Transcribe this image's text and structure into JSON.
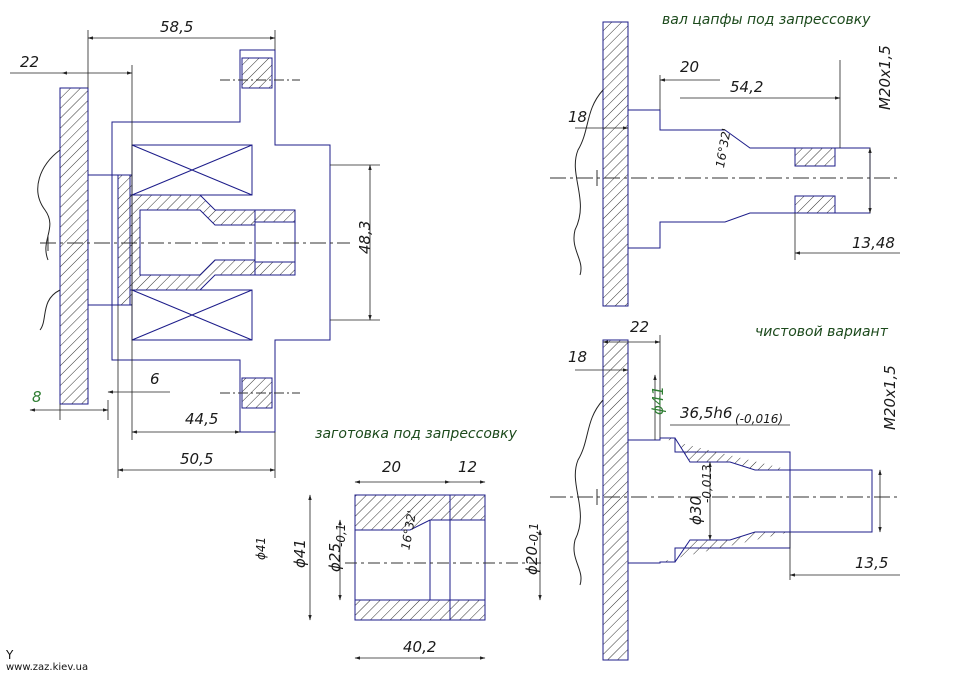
{
  "colors": {
    "outline": "#1d1d8a",
    "dim": "#222222",
    "hatch": "#333333",
    "center": "#333333",
    "text": "#1a1a1a",
    "green": "#2e7d32"
  },
  "titles": {
    "press_fit_shaft": "вал цапфы под запрессовку",
    "blank_press_fit": "заготовка под запрессовку",
    "final_version": "чистовой вариант"
  },
  "hub": {
    "d_58_5": "58,5",
    "d_22": "22",
    "d_48_3": "48,3",
    "d_8": "8",
    "d_6": "6",
    "d_44_5": "44,5",
    "d_50_5": "50,5"
  },
  "shaft_top": {
    "d_20": "20",
    "d_54_2": "54,2",
    "d_18": "18",
    "angle": "16°32'",
    "thread": "M20x1,5",
    "d_13_48": "13,48"
  },
  "blank": {
    "d_20": "20",
    "d_12": "12",
    "angle": "16°32'",
    "phi41": "ϕ41",
    "phi25": "ϕ25",
    "phi25_tol": "-0,1",
    "phi20": "ϕ20",
    "phi20_tol": "-0,1",
    "d_40_2": "40,2",
    "ghost": "ϕ41"
  },
  "final": {
    "d_22": "22",
    "d_18": "18",
    "phi41": "ϕ41",
    "fit": "36,5h6",
    "fit_tol": "(-0,016)",
    "thread": "M20x1,5",
    "phi30": "ϕ30",
    "phi30_tol": "-0,013",
    "d_13_5": "13,5"
  },
  "footer": {
    "site": "www.zaz.kiev.ua",
    "mark": "Y"
  }
}
